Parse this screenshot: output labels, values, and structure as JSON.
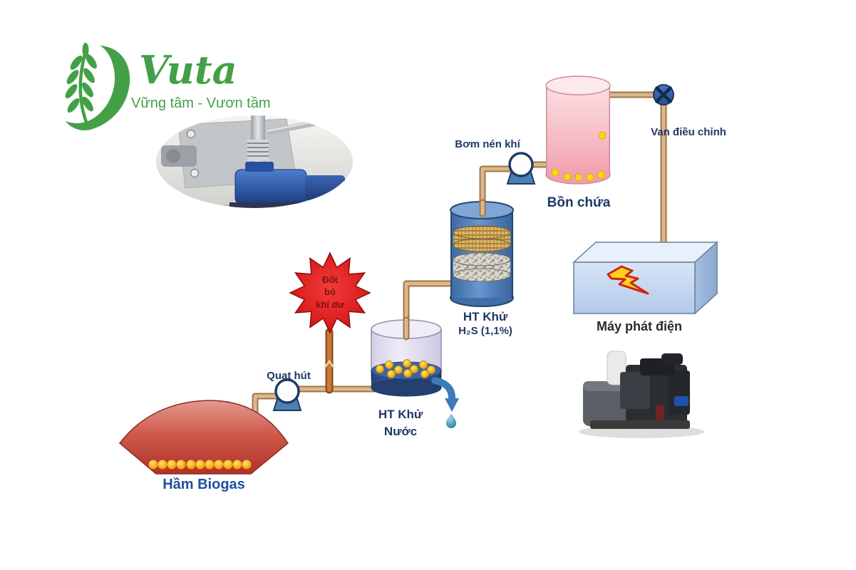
{
  "logo": {
    "brand": "Vuta",
    "tagline": "Vững tâm - Vươn tầm"
  },
  "flare": {
    "line1": "Đốt",
    "line2": "bỏ",
    "line3": "khí dư"
  },
  "labels": {
    "quat_hut": "Quạt hút",
    "ham_biogas": "Hầm Biogas",
    "ht_khu_nuoc_1": "HT Khử",
    "ht_khu_nuoc_2": "Nước",
    "ht_khu_h2s_1": "HT Khử",
    "ht_khu_h2s_2": "H₂S (1,1%)",
    "bom_nen_khi": "Bơm nén khí",
    "bon_chua": "Bồn chứa",
    "van_dieu_chinh": "Van điều chỉnh",
    "may_phat_dien": "Máy phát điện"
  },
  "colors": {
    "brand_green": "#43a047",
    "pipe_tan": "#d6ac7e",
    "pipe_orange": "#c97a35",
    "flare_red": "#d31616",
    "digester_red": "#c0392b",
    "storage_tank_pink": "#f5b8c1",
    "h2s_tank_blue": "#4f82bd",
    "water_tank_lavender": "#ded8ee",
    "band_navy": "#2c4d88",
    "generator_box_blue": "#c9daf0",
    "label_navy": "#1f3864",
    "dot_yellow": "#ffd21c"
  }
}
